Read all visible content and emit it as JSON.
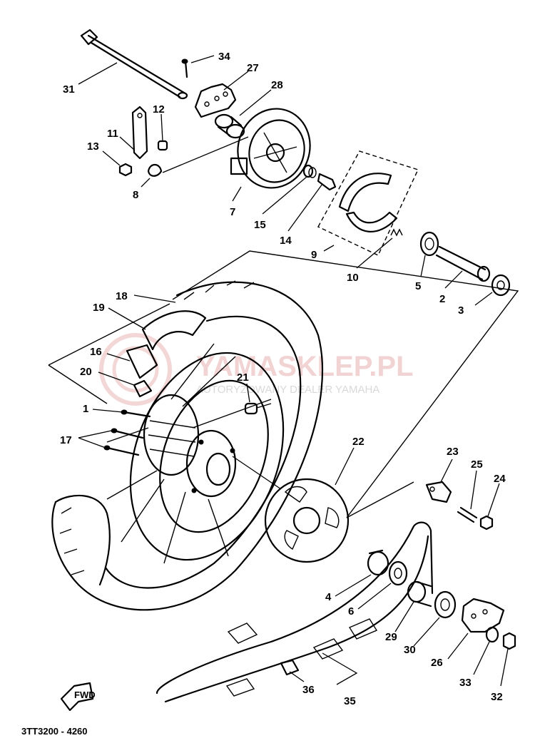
{
  "diagram": {
    "part_numbers": [
      "1",
      "2",
      "3",
      "4",
      "5",
      "6",
      "7",
      "8",
      "9",
      "10",
      "11",
      "12",
      "13",
      "14",
      "15",
      "17",
      "18",
      "19",
      "20",
      "21",
      "22",
      "23",
      "24",
      "25",
      "26",
      "27",
      "28",
      "29",
      "30",
      "31",
      "32",
      "33",
      "34",
      "35",
      "36"
    ],
    "drawing_code": "3TT3200 - 4260",
    "fwd_label": "FWD",
    "watermark": {
      "main": "YAMASKLEP.PL",
      "sub": "AUTORYZOWANY DEALER YAMAHA",
      "color": "#e8b0b0"
    }
  }
}
